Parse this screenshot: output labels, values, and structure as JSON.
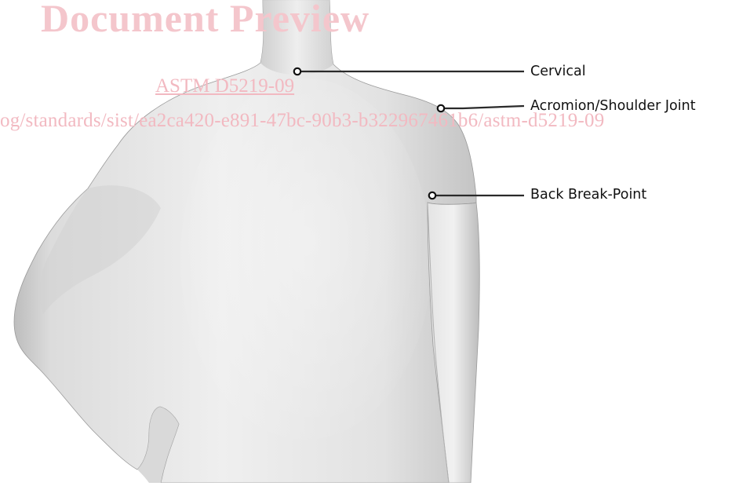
{
  "watermark": {
    "title": "Document Preview",
    "standard": "ASTM D5219-09",
    "url": "og/standards/sist/ea2ca420-e891-47bc-90b3-b322967461b6/astm-d5219-09"
  },
  "landmarks": [
    {
      "id": "cervical",
      "label": "Cervical"
    },
    {
      "id": "acromion",
      "label": "Acromion/Shoulder Joint"
    },
    {
      "id": "back-break-point",
      "label": "Back Break-Point"
    }
  ],
  "colors": {
    "watermark": "#f2b9c1",
    "leader_line": "#2a2a2a",
    "mannequin": "#e6e6e6"
  }
}
